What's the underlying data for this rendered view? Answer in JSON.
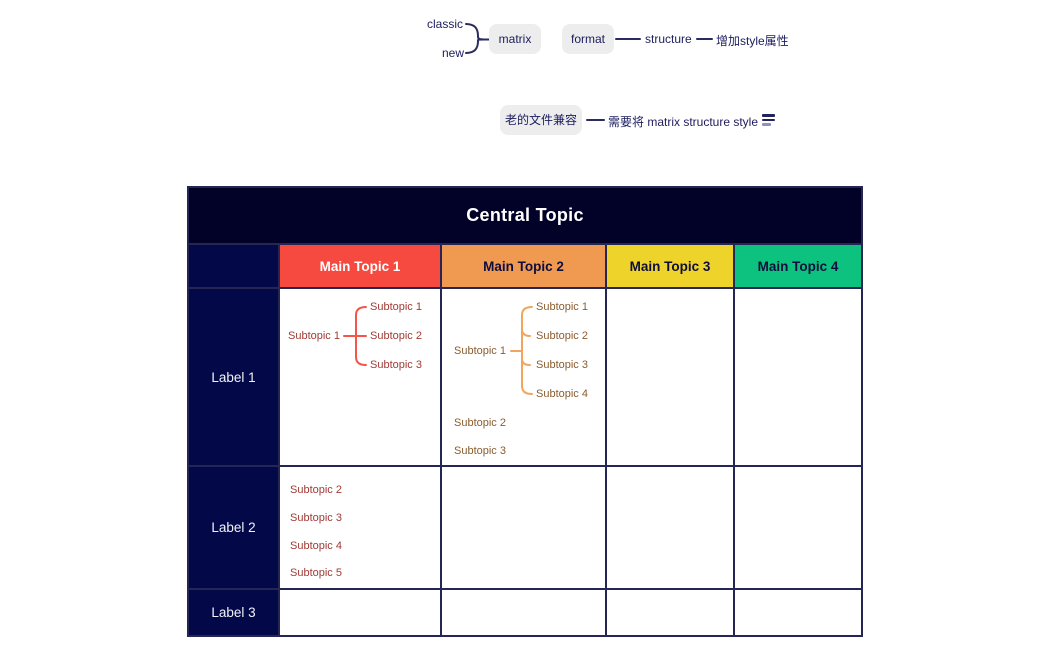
{
  "colors": {
    "navy_text": "#1d1d5e",
    "connector_line": "#2b2b63",
    "topic_box_bg": "#ededed",
    "table_border": "#262654",
    "central_bg": "#020127",
    "central_fg": "#ffffff",
    "label_bg": "#030849",
    "label_fg": "#f2f2f7",
    "mt1_bg": "#f6493f",
    "mt1_fg": "#ffffff",
    "mt2_bg": "#f09a51",
    "mt2_fg": "#0e0e3e",
    "mt3_bg": "#eed32b",
    "mt3_fg": "#0e0e3e",
    "mt4_bg": "#0cc27e",
    "mt4_fg": "#0e0e3e",
    "mt1_line": "#f4554b",
    "mt1_text": "#a03b35",
    "mt2_line": "#f2a55e",
    "mt2_text": "#8a5c2e"
  },
  "mindmap": {
    "classic_label": "classic",
    "new_label": "new",
    "matrix_label": "matrix",
    "format_label": "format",
    "structure_label": "structure",
    "style_attr_label": "增加style属性",
    "legacy_label": "老的文件兼容",
    "legacy_child_label": "需要将 matrix structure style",
    "legacy_child_icon": "notes-icon"
  },
  "matrix_table": {
    "title": "Central Topic",
    "columns": [
      {
        "label": "Main Topic 1"
      },
      {
        "label": "Main Topic 2"
      },
      {
        "label": "Main Topic 3"
      },
      {
        "label": "Main Topic 4"
      }
    ],
    "row_labels": [
      "Label 1",
      "Label 2",
      "Label 3"
    ],
    "label1_mt1_tree": {
      "parent": "Subtopic 1",
      "children": [
        "Subtopic 1",
        "Subtopic 2",
        "Subtopic 3"
      ]
    },
    "label1_mt2_tree": {
      "parent": "Subtopic 1",
      "children": [
        "Subtopic 1",
        "Subtopic 2",
        "Subtopic 3",
        "Subtopic 4"
      ]
    },
    "label1_mt2_items": [
      "Subtopic 2",
      "Subtopic 3"
    ],
    "label2_mt1_items": [
      "Subtopic 2",
      "Subtopic 3",
      "Subtopic 4",
      "Subtopic 5"
    ]
  }
}
